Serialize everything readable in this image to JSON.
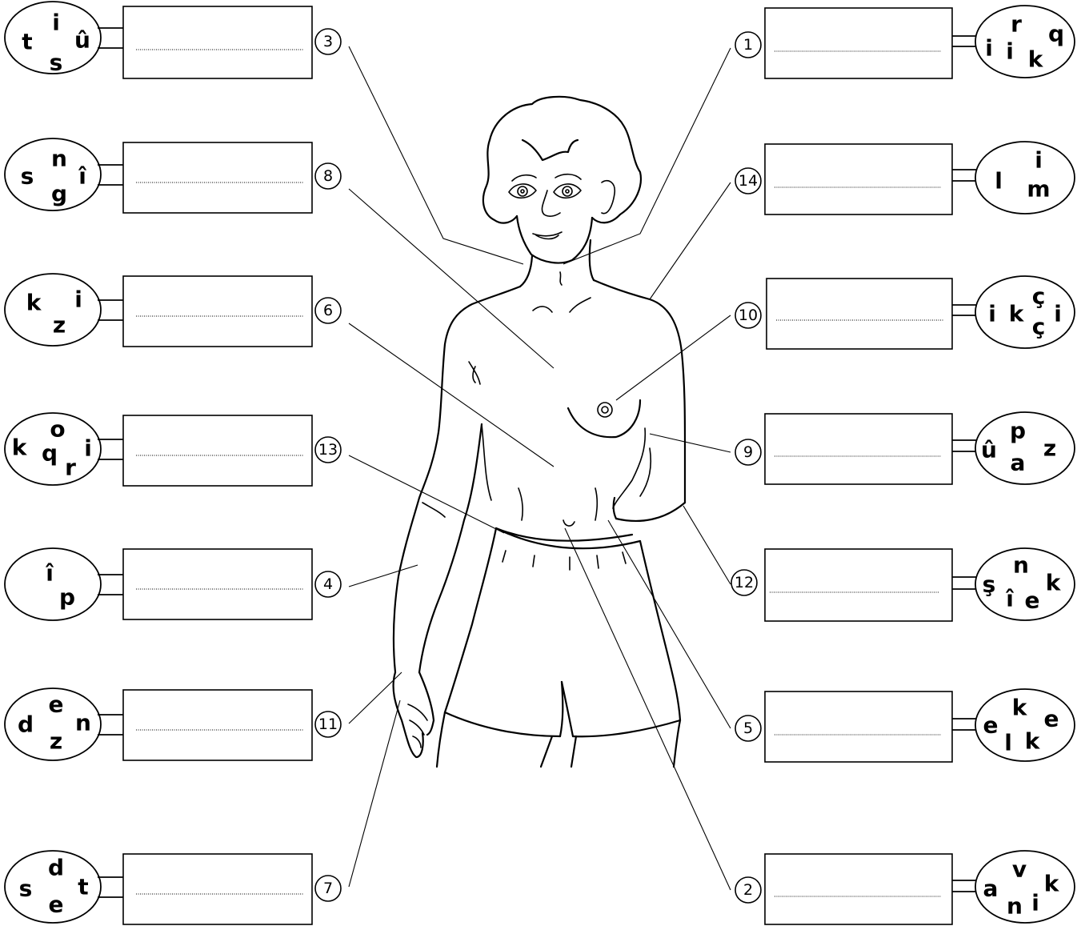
{
  "exercises": [
    {
      "number": "3",
      "letters": [
        "t",
        "i",
        "s",
        "û"
      ]
    },
    {
      "number": "8",
      "letters": [
        "s",
        "n",
        "g",
        "î"
      ]
    },
    {
      "number": "6",
      "letters": [
        "k",
        "z",
        "i"
      ]
    },
    {
      "number": "13",
      "letters": [
        "k",
        "o",
        "q",
        "r",
        "i"
      ]
    },
    {
      "number": "4",
      "letters": [
        "î",
        "p"
      ]
    },
    {
      "number": "11",
      "letters": [
        "d",
        "e",
        "z",
        "n"
      ]
    },
    {
      "number": "7",
      "letters": [
        "s",
        "d",
        "e",
        "t"
      ]
    },
    {
      "number": "1",
      "letters": [
        "i",
        "r",
        "i",
        "k",
        "q"
      ]
    },
    {
      "number": "14",
      "letters": [
        "l",
        "i",
        "m"
      ]
    },
    {
      "number": "10",
      "letters": [
        "i",
        "k",
        "ç",
        "ç",
        "i"
      ]
    },
    {
      "number": "9",
      "letters": [
        "û",
        "p",
        "a",
        "z"
      ]
    },
    {
      "number": "12",
      "letters": [
        "ş",
        "n",
        "î",
        "e",
        "k"
      ]
    },
    {
      "number": "5",
      "letters": [
        "e",
        "k",
        "l",
        "k",
        "e"
      ]
    },
    {
      "number": "2",
      "letters": [
        "a",
        "v",
        "n",
        "i",
        "k"
      ]
    }
  ]
}
